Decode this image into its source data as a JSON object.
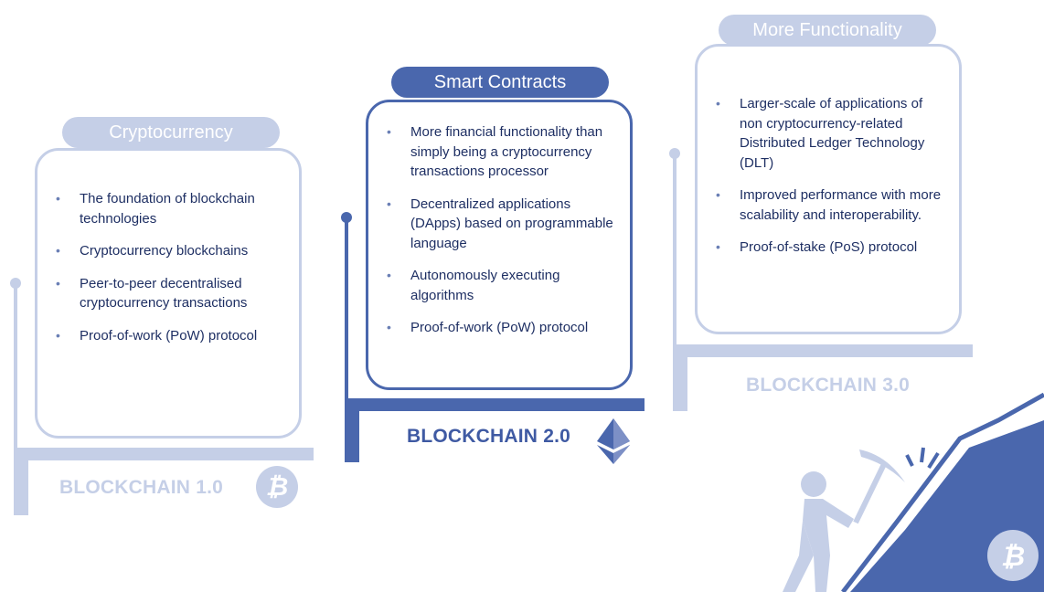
{
  "stages": [
    {
      "heading": "Cryptocurrency",
      "label": "BLOCKCHAIN 1.0",
      "items": [
        "The foundation of blockchain technologies",
        "Cryptocurrency blockchains",
        "Peer-to-peer decentralised cryptocurrency transactions",
        "Proof-of-work (PoW) protocol"
      ]
    },
    {
      "heading": "Smart Contracts",
      "label": "BLOCKCHAIN 2.0",
      "items": [
        "More financial functionality than simply being a cryptocurrency transactions processor",
        "Decentralized applications (DApps) based on programmable language",
        "Autonomously executing algorithms",
        "Proof-of-work (PoW) protocol"
      ]
    },
    {
      "heading": "More Functionality",
      "label": "BLOCKCHAIN 3.0",
      "items": [
        "Larger-scale of applications of non cryptocurrency-related Distributed Ledger Technology (DLT)",
        "Improved performance with more scalability and interoperability.",
        "Proof-of-stake (PoS) protocol"
      ]
    }
  ],
  "icons": {
    "bitcoin": "bitcoin-icon",
    "ethereum": "ethereum-icon",
    "miner": "miner-illustration"
  },
  "colors": {
    "light": "#c5cfe7",
    "dark": "#4a67ad",
    "navy": "#1e2f63"
  }
}
